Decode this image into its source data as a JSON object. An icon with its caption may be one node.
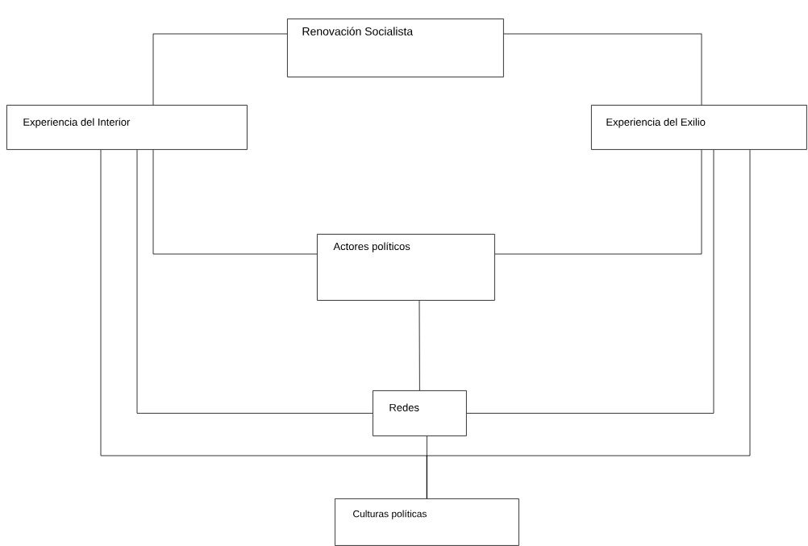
{
  "diagram": {
    "nodes": [
      {
        "text": [
          "Renovación Socialista"
        ]
      },
      {
        "text": [
          "Experiencia del Interior"
        ]
      },
      {
        "text": [
          "Experiencia del Exilio"
        ]
      },
      {
        "text": [
          "Actores políticos"
        ]
      },
      {
        "text": [
          "Redes"
        ]
      },
      {
        "text": [
          "Culturas políticas"
        ]
      }
    ],
    "edges": [
      {
        "from": 0,
        "to": 1,
        "arrow": "none"
      },
      {
        "from": 0,
        "to": 2,
        "arrow": "none"
      },
      {
        "from": 1,
        "to": 3,
        "arrow": "none"
      },
      {
        "from": 2,
        "to": 3,
        "arrow": "none"
      },
      {
        "from": 3,
        "to": 4,
        "arrow": "none"
      },
      {
        "from": 1,
        "to": 4,
        "arrow": "none"
      },
      {
        "from": 2,
        "to": 4,
        "arrow": "none"
      },
      {
        "from": 1,
        "to": 5,
        "arrow": "none"
      },
      {
        "from": 2,
        "to": 5,
        "arrow": "none"
      },
      {
        "from": 4,
        "to": 5,
        "arrow": "none"
      }
    ]
  }
}
